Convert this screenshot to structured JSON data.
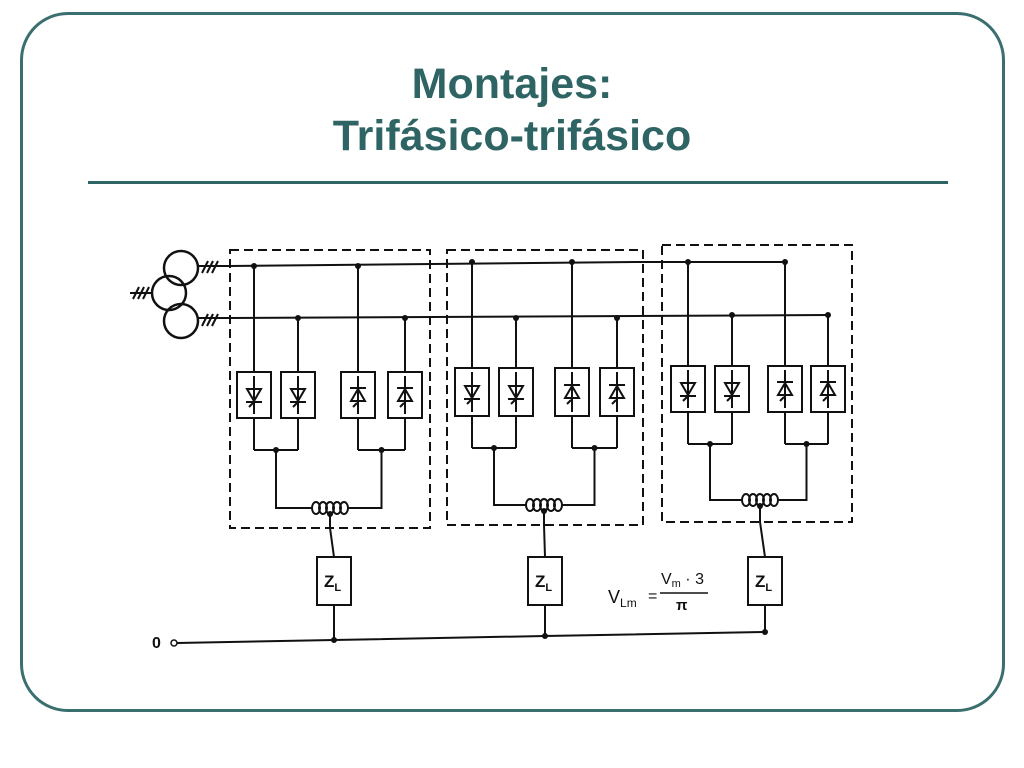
{
  "slide": {
    "title_line1": "Montajes:",
    "title_line2": "Trifásico-trifásico"
  },
  "diagram": {
    "impedance_label": "Z",
    "impedance_subscript": "L",
    "neutral_label": "0",
    "formula": {
      "lhs": "V",
      "lhs_sub": "Lm",
      "equals": "=",
      "numerator": "V",
      "numerator_sub": "m",
      "numerator_tail": " · 3",
      "denominator": "π"
    },
    "stroke_color": "#111111",
    "accent_color": "#2f6464"
  }
}
